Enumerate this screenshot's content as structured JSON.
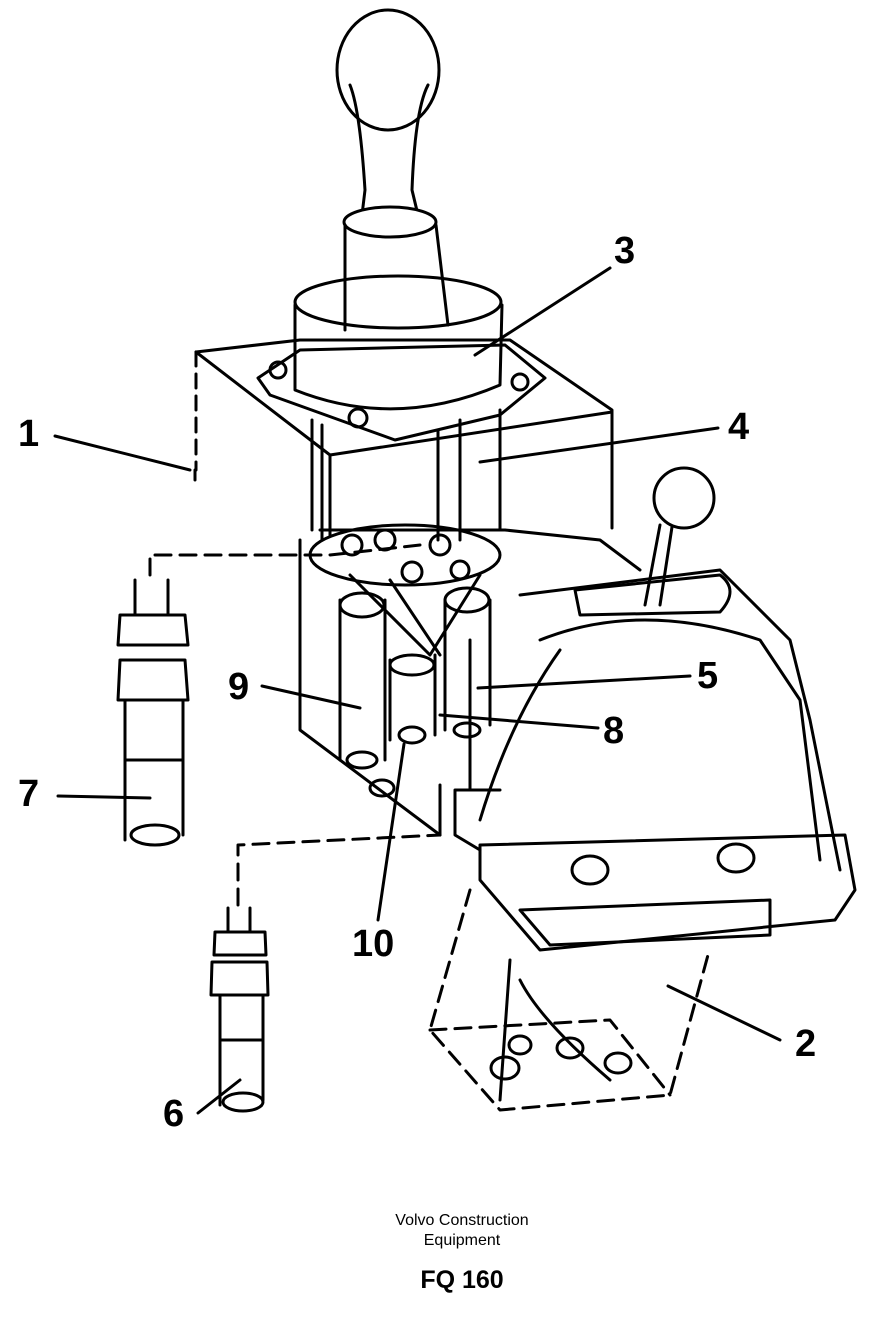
{
  "diagram": {
    "callouts": [
      {
        "id": "1",
        "label": "1"
      },
      {
        "id": "2",
        "label": "2"
      },
      {
        "id": "3",
        "label": "3"
      },
      {
        "id": "4",
        "label": "4"
      },
      {
        "id": "5",
        "label": "5"
      },
      {
        "id": "6",
        "label": "6"
      },
      {
        "id": "7",
        "label": "7"
      },
      {
        "id": "8",
        "label": "8"
      },
      {
        "id": "9",
        "label": "9"
      },
      {
        "id": "10",
        "label": "10"
      }
    ]
  },
  "caption": {
    "manufacturer_line1": "Volvo Construction",
    "manufacturer_line2": "Equipment",
    "model": "FQ 160"
  }
}
